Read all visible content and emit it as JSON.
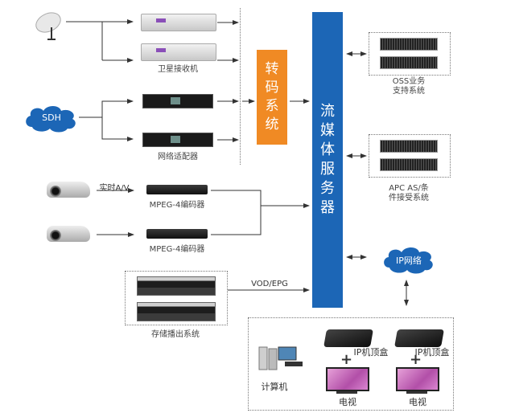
{
  "diagram": {
    "inputs": {
      "satellite_receiver_label": "卫星接收机",
      "sdh_label": "SDH",
      "network_adapter_label": "网络适配器",
      "realtime_av_label": "实时A/V",
      "encoder_label_1": "MPEG-4编码器",
      "encoder_label_2": "MPEG-4编码器",
      "storage_label": "存储播出系统",
      "vod_epg_label": "VOD/EPG"
    },
    "transcoding": {
      "chars": [
        "转",
        "码",
        "系",
        "统"
      ]
    },
    "streaming_server": {
      "chars": [
        "流",
        "媒",
        "体",
        "服",
        "务",
        "器"
      ]
    },
    "right_systems": {
      "oss_label_line1": "OSS业务",
      "oss_label_line2": "支持系统",
      "apc_label_line1": "APC AS/条",
      "apc_label_line2": "件接受系统",
      "ip_network_label": "IP网络"
    },
    "clients": {
      "computer_label": "计算机",
      "stb_label_1": "IP机顶盒",
      "stb_label_2": "IP机顶盒",
      "tv_label_1": "电视",
      "tv_label_2": "电视",
      "plus": "+"
    },
    "colors": {
      "orange": "#f08a24",
      "blue": "#1c66b6",
      "line": "#333333"
    }
  }
}
